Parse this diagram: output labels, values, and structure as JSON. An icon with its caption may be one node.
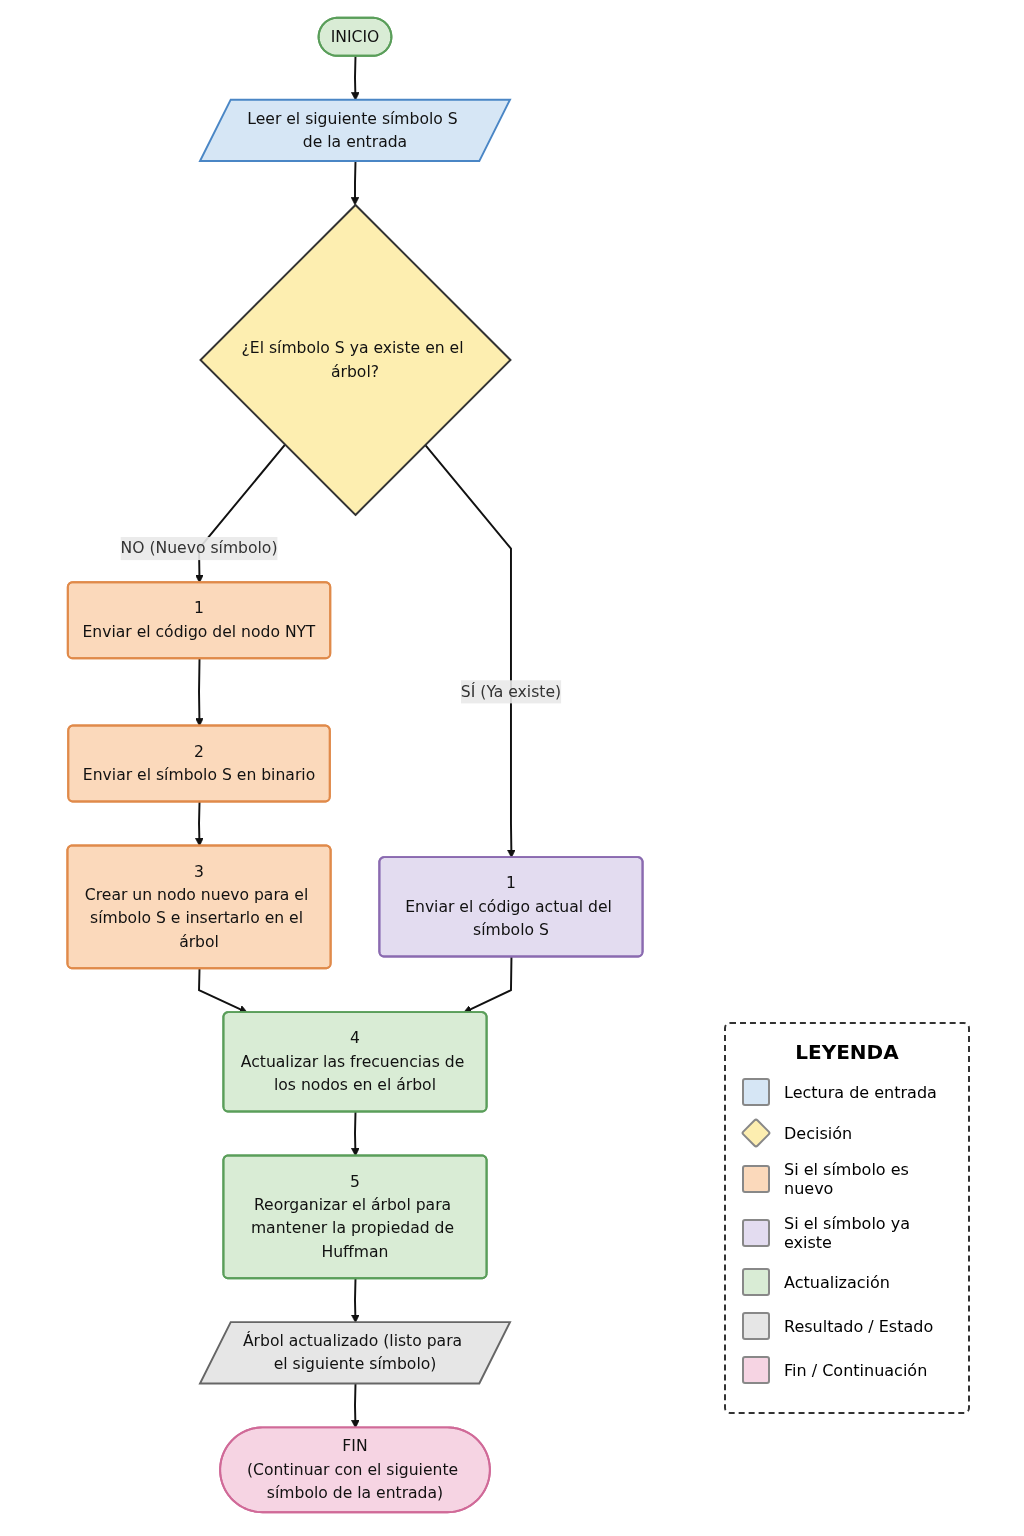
{
  "diagram": {
    "nodes": [
      {
        "text": [
          "INICIO"
        ]
      },
      {
        "text": [
          "Leer el siguiente símbolo S de la entrada"
        ]
      },
      {
        "text": [
          "¿El símbolo S ya existe en el árbol?"
        ]
      },
      {
        "text": [
          "1",
          "Enviar el código del nodo NYT"
        ]
      },
      {
        "text": [
          "2",
          "Enviar el símbolo S en binario"
        ]
      },
      {
        "text": [
          "3",
          "Crear un nodo nuevo para el símbolo S e insertarlo en el árbol"
        ]
      },
      {
        "text": [
          "1",
          "Enviar el código actual del símbolo S"
        ]
      },
      {
        "text": [
          "4",
          "Actualizar las frecuencias de los nodos en el árbol"
        ]
      },
      {
        "text": [
          "5",
          "Reorganizar el árbol para mantener la propiedad de Huffman"
        ]
      },
      {
        "text": [
          "Árbol actualizado (listo para el siguiente símbolo)"
        ]
      },
      {
        "text": [
          "FIN",
          "(Continuar con el siguiente símbolo de la entrada)"
        ]
      }
    ],
    "edges": [
      {
        "from": 0,
        "to": 1,
        "arrow": "to"
      },
      {
        "from": 1,
        "to": 2,
        "arrow": "to"
      },
      {
        "from": 2,
        "to": 3,
        "arrow": "to",
        "label": "NO (Nuevo símbolo)"
      },
      {
        "from": 2,
        "to": 6,
        "arrow": "to",
        "label": "SÍ (Ya existe)"
      },
      {
        "from": 3,
        "to": 4,
        "arrow": "to"
      },
      {
        "from": 4,
        "to": 5,
        "arrow": "to"
      },
      {
        "from": 5,
        "to": 7,
        "arrow": "to"
      },
      {
        "from": 6,
        "to": 7,
        "arrow": "to"
      },
      {
        "from": 7,
        "to": 8,
        "arrow": "to"
      },
      {
        "from": 8,
        "to": 9,
        "arrow": "to"
      },
      {
        "from": 9,
        "to": 10,
        "arrow": "to"
      }
    ],
    "labels": [
      "LEYENDA"
    ],
    "legend": [
      {
        "text": "Lectura de entrada",
        "color": "#d6e6f5"
      },
      {
        "text": "Decisión",
        "color": "#fdeeb0"
      },
      {
        "text": "Si el símbolo es nuevo",
        "color": "#fbd9bb"
      },
      {
        "text": "Si el símbolo ya existe",
        "color": "#e3dcf0"
      },
      {
        "text": "Actualización",
        "color": "#d9ecd5"
      },
      {
        "text": "Resultado / Estado",
        "color": "#e6e6e6"
      },
      {
        "text": "Fin / Continuación",
        "color": "#f6d4e3"
      }
    ]
  }
}
